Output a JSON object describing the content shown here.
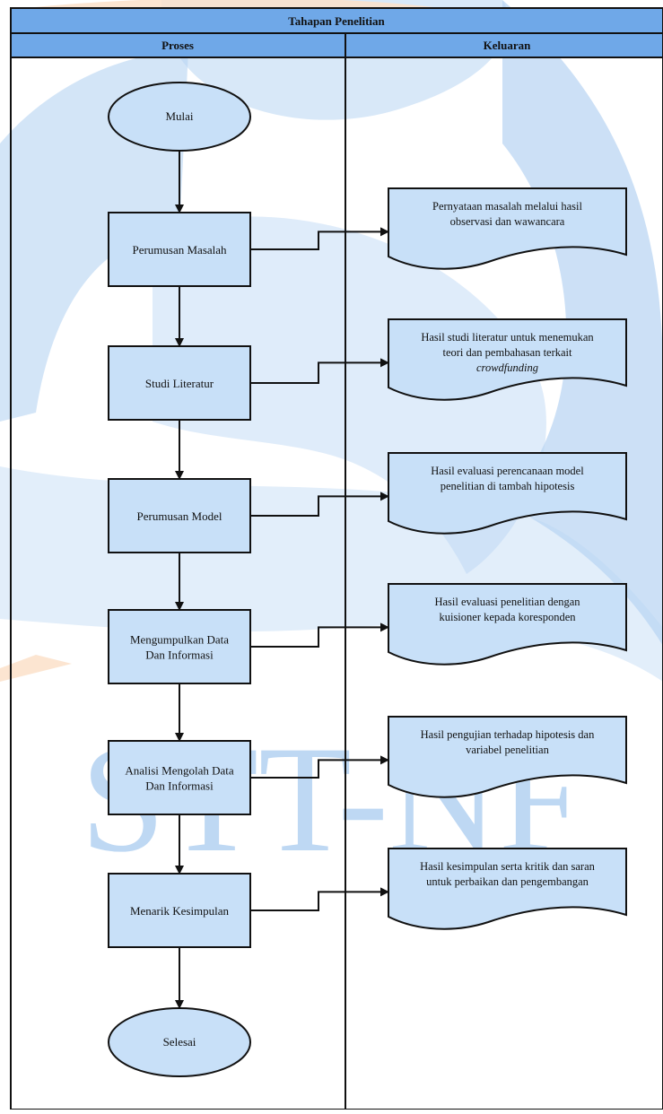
{
  "header": {
    "title": "Tahapan Penelitian",
    "col_process": "Proses",
    "col_output": "Keluaran"
  },
  "watermark": {
    "text": "STT-NF",
    "colors": {
      "blue": "#1e78d6",
      "orange": "#f4a460"
    }
  },
  "process": {
    "start": "Mulai",
    "steps": [
      {
        "lines": [
          "Perumusan Masalah"
        ]
      },
      {
        "lines": [
          "Studi Literatur"
        ]
      },
      {
        "lines": [
          "Perumusan Model"
        ]
      },
      {
        "lines": [
          "Mengumpulkan Data",
          "Dan Informasi"
        ]
      },
      {
        "lines": [
          "Analisi Mengolah Data",
          "Dan Informasi"
        ]
      },
      {
        "lines": [
          "Menarik Kesimpulan"
        ]
      }
    ],
    "end": "Selesai"
  },
  "outputs": [
    {
      "lines": [
        "Pernyataan masalah melalui hasil",
        "observasi dan wawancara"
      ],
      "italic_last": false
    },
    {
      "lines": [
        "Hasil studi literatur untuk menemukan",
        "teori dan pembahasan terkait",
        "crowdfunding"
      ],
      "italic_last": true
    },
    {
      "lines": [
        "Hasil evaluasi perencanaan model",
        "penelitian di tambah hipotesis"
      ],
      "italic_last": false
    },
    {
      "lines": [
        "Hasil evaluasi penelitian dengan",
        "kuisioner kepada koresponden"
      ],
      "italic_last": false
    },
    {
      "lines": [
        "Hasil pengujian terhadap hipotesis dan",
        "variabel penelitian"
      ],
      "italic_last": false
    },
    {
      "lines": [
        "Hasil kesimpulan serta kritik dan saran",
        "untuk perbaikan dan pengembangan"
      ],
      "italic_last": false
    }
  ],
  "colors": {
    "header_fill": "#6fa8e8",
    "node_fill": "#c8e0f8",
    "stroke": "#111111"
  }
}
